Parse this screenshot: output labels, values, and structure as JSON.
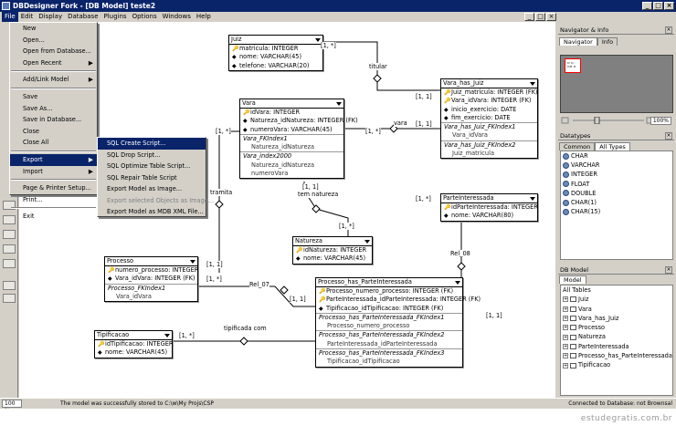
{
  "window": {
    "title": "DBDesigner Fork - [DB Model] teste2",
    "buttons": [
      "_",
      "□",
      "×"
    ]
  },
  "menubar": {
    "items": [
      "File",
      "Edit",
      "Display",
      "Database",
      "Plugins",
      "Options",
      "Windows",
      "Help"
    ]
  },
  "file_menu": {
    "items": [
      "New",
      "Open...",
      "Open from Database...",
      "Open Recent",
      "Add/Link Model",
      "Save",
      "Save As...",
      "Save in Database...",
      "Close",
      "Close All",
      "Export",
      "Import",
      "Page & Printer Setup...",
      "Print...",
      "Exit"
    ]
  },
  "export_submenu": {
    "items": [
      "SQL Create Script...",
      "SQL Drop Script...",
      "SQL Optimize Table Script...",
      "SQL Repair Table Script",
      "Export Model as Image...",
      "Export selected Objects as Image...",
      "Export Model as MDB XML File..."
    ]
  },
  "tables": {
    "juiz": {
      "name": "Juiz",
      "cols": [
        {
          "k": "🔑",
          "t": "matricula: INTEGER"
        },
        {
          "k": "◆",
          "t": "nome: VARCHAR(45)"
        },
        {
          "k": "◆",
          "t": "telefone: VARCHAR(20)"
        }
      ]
    },
    "vara_has_juiz": {
      "name": "Vara_has_Juiz",
      "cols": [
        {
          "k": "🔑",
          "t": "Juiz_matricula: INTEGER (FK)"
        },
        {
          "k": "🔑",
          "t": "Vara_idVara: INTEGER (FK)"
        },
        {
          "k": "◆",
          "t": "inicio_exercicio: DATE"
        },
        {
          "k": "◆",
          "t": "fim_exercicio: DATE"
        }
      ],
      "idx": [
        {
          "n": "Vara_has_Juiz_FKIndex1",
          "s": "Vara_idVara"
        },
        {
          "n": "Vara_has_Juiz_FKIndex2",
          "s": "Juiz_matricula"
        }
      ]
    },
    "vara": {
      "name": "Vara",
      "cols": [
        {
          "k": "🔑",
          "t": "idVara: INTEGER"
        },
        {
          "k": "◆",
          "t": "Natureza_idNatureza: INTEGER (FK)"
        },
        {
          "k": "◆",
          "t": "numeroVara: VARCHAR(45)"
        }
      ],
      "idx": [
        {
          "n": "Vara_FKIndex1",
          "s": "Natureza_idNatureza"
        },
        {
          "n": "Vara_index2000",
          "s": "Natureza_idNatureza"
        }
      ],
      "extra": "numeroVara"
    },
    "parte": {
      "name": "ParteInteressada",
      "cols": [
        {
          "k": "🔑",
          "t": "idParteInteressada: INTEGER"
        },
        {
          "k": "◆",
          "t": "nome: VARCHAR(80)"
        }
      ]
    },
    "natureza": {
      "name": "Natureza",
      "cols": [
        {
          "k": "🔑",
          "t": "idNatureza: INTEGER"
        },
        {
          "k": "◆",
          "t": "nome: VARCHAR(45)"
        }
      ]
    },
    "processo": {
      "name": "Processo",
      "cols": [
        {
          "k": "🔑",
          "t": "numero_processo: INTEGER"
        },
        {
          "k": "◆",
          "t": "Vara_idVara: INTEGER (FK)"
        }
      ],
      "idx": [
        {
          "n": "Processo_FKIndex1",
          "s": "Vara_idVara"
        }
      ]
    },
    "php": {
      "name": "Processo_has_ParteInteressada",
      "cols": [
        {
          "k": "🔑",
          "t": "Processo_numero_processo: INTEGER (FK)"
        },
        {
          "k": "🔑",
          "t": "ParteInteressada_idParteInteressada: INTEGER (FK)"
        },
        {
          "k": "◆",
          "t": "Tipificacao_idTipificacao: INTEGER (FK)"
        }
      ],
      "idx": [
        {
          "n": "Processo_has_ParteInteressada_FKIndex1",
          "s": "Processo_numero_processo"
        },
        {
          "n": "Processo_has_ParteInteressada_FKIndex2",
          "s": "ParteInteressada_idParteInteressada"
        },
        {
          "n": "Processo_has_ParteInteressada_FKIndex3",
          "s": "Tipificacao_idTipificacao"
        }
      ]
    },
    "tipificacao": {
      "name": "Tipificacao",
      "cols": [
        {
          "k": "🔑",
          "t": "idTipificacao: INTEGER"
        },
        {
          "k": "◆",
          "t": "nome: VARCHAR(45)"
        }
      ]
    }
  },
  "relations": {
    "titular": "titular",
    "vara": "vara",
    "tramita": "tramita",
    "tem_natureza": "tem natureza",
    "rel08": "Rel_08",
    "rel07": "Rel_07",
    "tipificada": "tipificada com"
  },
  "cardinalities": [
    "[1, *]",
    "[1, 1]",
    "[1, *]",
    "[1, 1]",
    "[1, *]",
    "[1, 1]",
    "[1, *]",
    "[1, *]",
    "[1, 1]",
    "[1, *]",
    "[1, 1]",
    "[1, 1]",
    "[1, *]"
  ],
  "right_panel": {
    "nav_title": "Navigator & Info",
    "nav_tabs": [
      "Navigator",
      "Info"
    ],
    "zoom": "100%",
    "datatypes_title": "Datatypes",
    "dt_tabs": [
      "Common",
      "All Types"
    ],
    "datatypes": [
      "CHAR",
      "VARCHAR",
      "INTEGER",
      "FLOAT",
      "DOUBLE",
      "CHAR(1)",
      "CHAR(15)"
    ],
    "model_title": "DB Model",
    "model_tab": "Model",
    "all_tables": "All Tables",
    "model_tables": [
      "Juiz",
      "Vara",
      "Vara_has_Juiz",
      "Processo",
      "Natureza",
      "ParteInteressada",
      "Processo_has_ParteInteressada",
      "Tipificacao"
    ]
  },
  "status": {
    "zoom": "100 %",
    "message": "The model was successfully stored to C:\\w\\My Projs\\CSP",
    "connection": "Connected to Database: not Brownsal"
  },
  "watermark": "estudegratis.com.br"
}
